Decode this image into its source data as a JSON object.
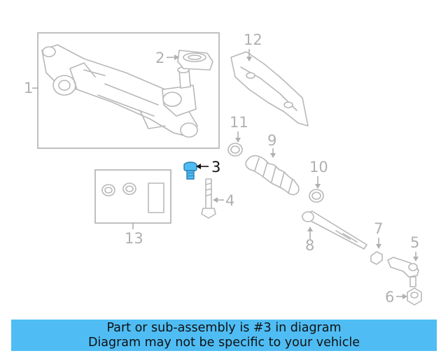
{
  "diagram": {
    "labels": [
      "1",
      "2",
      "3",
      "4",
      "5",
      "6",
      "7",
      "8",
      "9",
      "10",
      "11",
      "12",
      "13"
    ],
    "highlighted_part": "3",
    "highlight_color": "#4fbdf4",
    "part_line_color": "#b8b8b8"
  },
  "banner": {
    "line1": "Part or sub-assembly is #3 in diagram",
    "line2": "Diagram may not be specific to your vehicle",
    "background": "#4fbdf4"
  }
}
